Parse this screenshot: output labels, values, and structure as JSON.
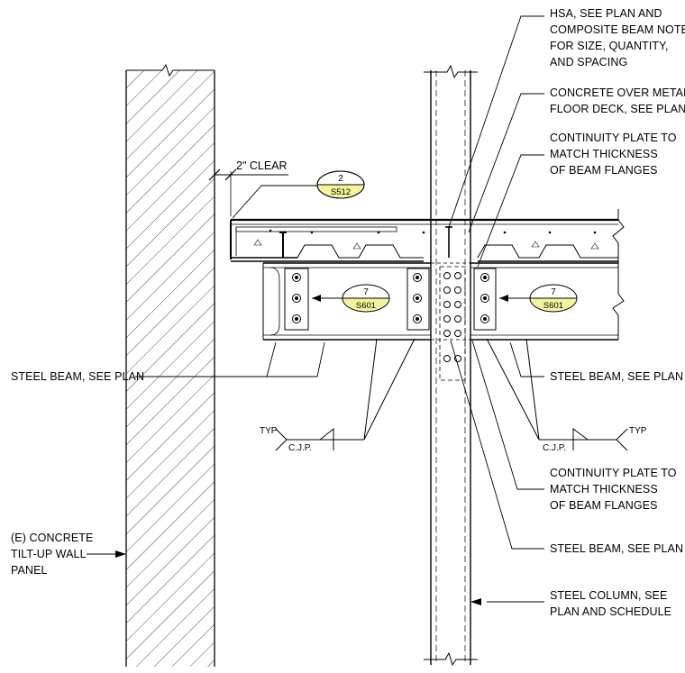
{
  "notes": {
    "hsa": "HSA, SEE PLAN AND\nCOMPOSITE BEAM NOTES\nFOR SIZE, QUANTITY,\nAND SPACING",
    "concrete_deck": "CONCRETE OVER METAL\nFLOOR DECK, SEE PLAN",
    "continuity_top": "CONTINUITY PLATE TO\nMATCH THICKNESS\nOF BEAM FLANGES",
    "steel_beam_left": "STEEL BEAM, SEE PLAN",
    "steel_beam_right": "STEEL BEAM, SEE PLAN",
    "continuity_bottom": "CONTINUITY PLATE TO\nMATCH THICKNESS\nOF BEAM FLANGES",
    "steel_beam_bottom": "STEEL BEAM, SEE PLAN",
    "steel_column": "STEEL COLUMN, SEE\nPLAN AND SCHEDULE",
    "wall_panel": "(E) CONCRETE\nTILT-UP WALL\nPANEL"
  },
  "dimensions": {
    "clear": "2\" CLEAR"
  },
  "callouts": {
    "top": {
      "number": "2",
      "sheet": "S512"
    },
    "left": {
      "number": "7",
      "sheet": "S601"
    },
    "right": {
      "number": "7",
      "sheet": "S601"
    }
  },
  "welds": {
    "left_typ": "TYP",
    "left_cjp": "C.J.P.",
    "right_typ": "TYP",
    "right_cjp": "C.J.P."
  },
  "colors": {
    "line": "#000000",
    "callout_highlight": "#f4f49a",
    "background": "#ffffff"
  }
}
